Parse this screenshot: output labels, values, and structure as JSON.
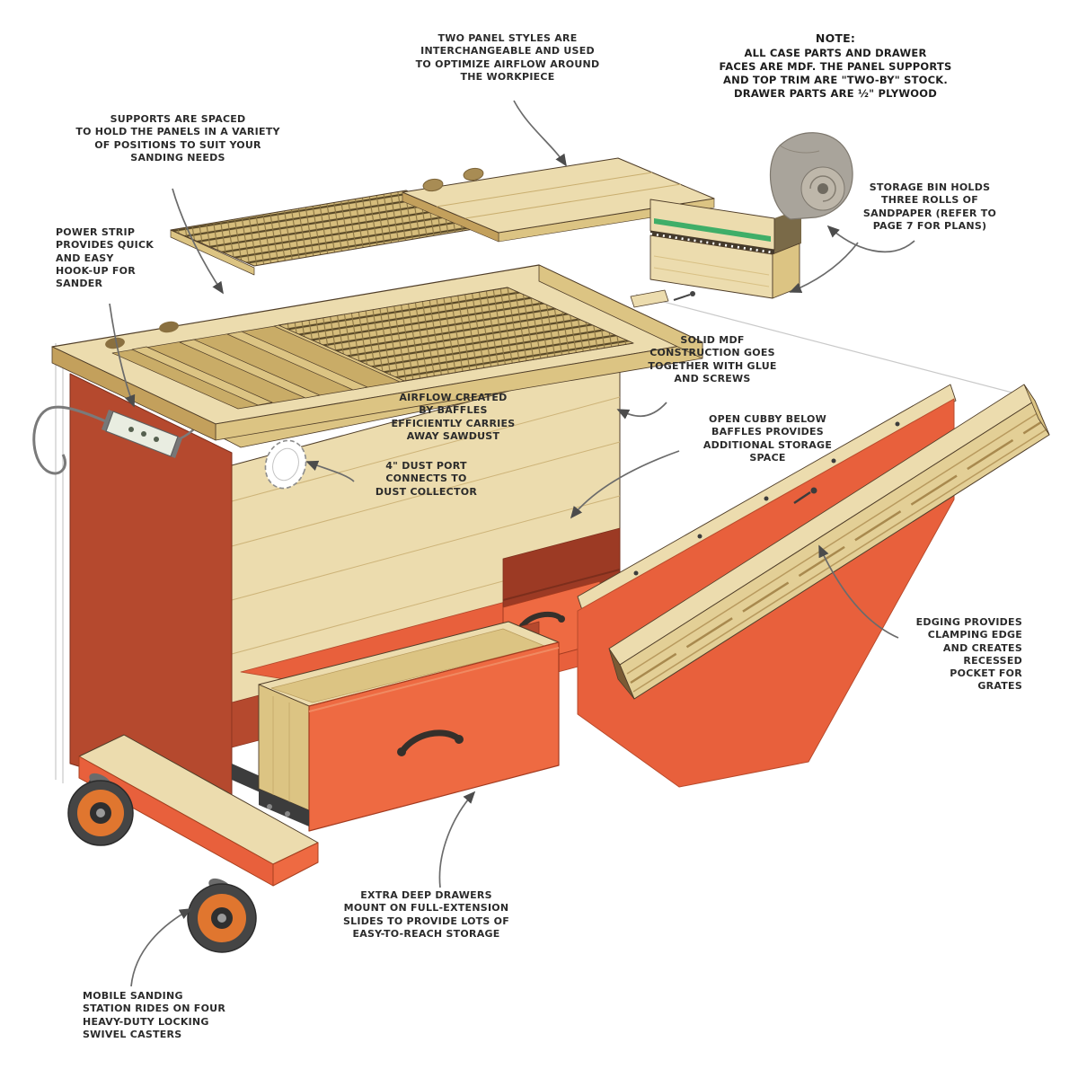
{
  "figure": {
    "note": {
      "label": "NOTE:",
      "text": "ALL CASE PARTS AND DRAWER\nFACES ARE MDF. THE PANEL SUPPORTS\nAND TOP TRIM ARE \"TWO-BY\" STOCK.\nDRAWER PARTS ARE ½\" PLYWOOD"
    },
    "callouts": {
      "two_panel": "TWO PANEL STYLES ARE\nINTERCHANGEABLE AND USED\nTO OPTIMIZE AIRFLOW AROUND\nTHE WORKPIECE",
      "supports": "SUPPORTS ARE SPACED\nTO HOLD THE PANELS IN A VARIETY\nOF POSITIONS TO SUIT YOUR\nSANDING NEEDS",
      "power_strip": "POWER STRIP\nPROVIDES QUICK\nAND EASY\nHOOK-UP FOR\nSANDER",
      "storage_bin": "STORAGE BIN HOLDS\nTHREE ROLLS OF\nSANDPAPER (REFER TO\nPAGE 7 FOR PLANS)",
      "solid_mdf": "SOLID MDF\nCONSTRUCTION GOES\nTOGETHER WITH GLUE\nAND SCREWS",
      "airflow": "AIRFLOW CREATED\nBY BAFFLES\nEFFICIENTLY CARRIES\nAWAY SAWDUST",
      "dust_port": "4\" DUST PORT\nCONNECTS TO\nDUST COLLECTOR",
      "open_cubby": "OPEN CUBBY BELOW\nBAFFLES PROVIDES\nADDITIONAL STORAGE\nSPACE",
      "edging": "EDGING PROVIDES\nCLAMPING EDGE\nAND CREATES\nRECESSED\nPOCKET FOR\nGRATES",
      "drawers": "EXTRA DEEP DRAWERS\nMOUNT ON FULL-EXTENSION\nSLIDES TO PROVIDE LOTS OF\nEASY-TO-REACH STORAGE",
      "casters": "MOBILE SANDING\nSTATION RIDES ON FOUR\nHEAVY-DUTY LOCKING\nSWIVEL CASTERS"
    },
    "colors": {
      "wood_light": "#ecdcae",
      "wood_mid": "#dcc483",
      "wood_dark": "#c3a05c",
      "red_panel": "#b5492e",
      "orange_panel": "#e8603c",
      "orange_bright": "#ee6a42",
      "outline": "#4f3d28",
      "leader": "#6b6b6b",
      "text": "#2b2b2b",
      "green_stripe": "#3fae68",
      "sandpaper_gray": "#a9a49b",
      "metal_dark": "#3c3c3c"
    }
  }
}
